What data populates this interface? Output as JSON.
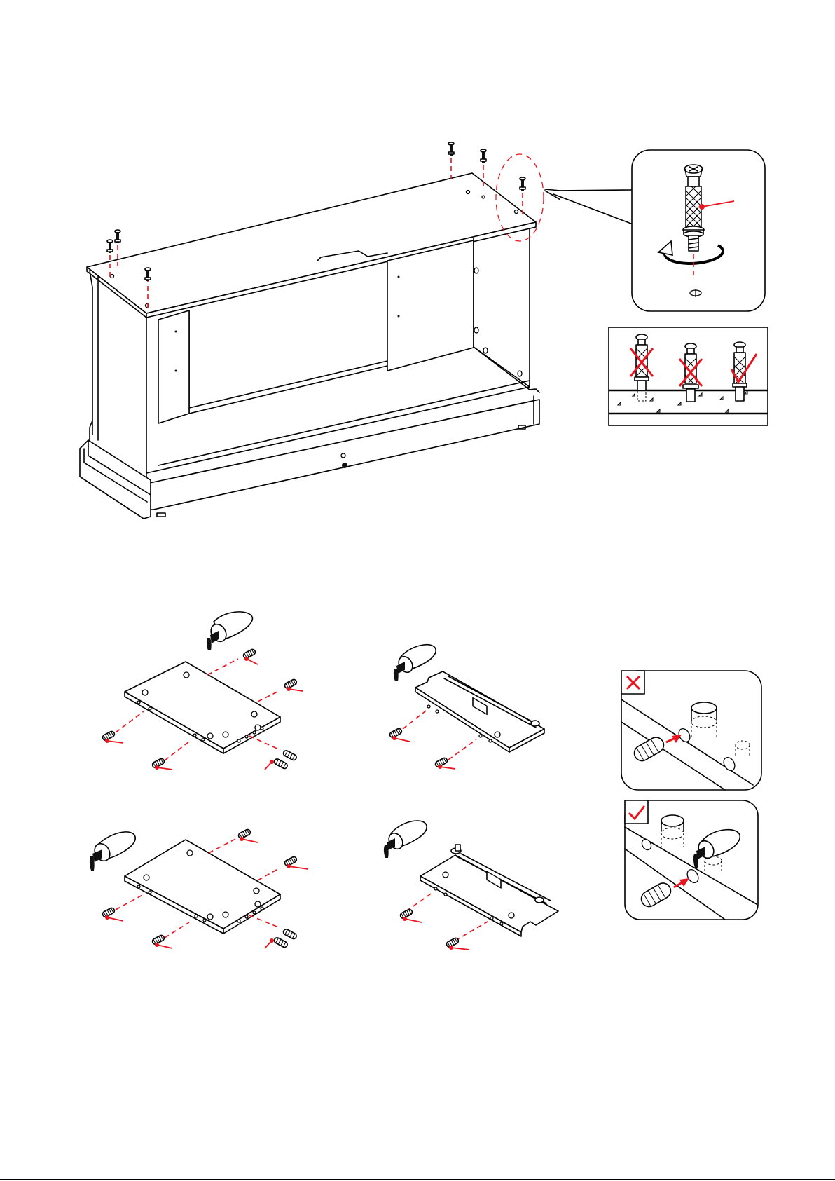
{
  "page": {
    "background": "#ffffff",
    "line_color": "#000000",
    "accent_color": "#e8141e",
    "bottom_rule": true
  },
  "step_top": {
    "main_illustration": "cabinet-cam-bolt-installation",
    "detail_callout": "cam-bolt-turn-clockwise",
    "depth_check": [
      "wrong-too-deep",
      "wrong-too-shallow",
      "correct-depth"
    ]
  },
  "step_bottom": {
    "panels": [
      "panel-with-dowels-top-left",
      "rail-panel-with-dowels-top-right",
      "panel-with-dowels-bottom-left",
      "rail-panel-with-dowels-bottom-right"
    ],
    "dowel_tips": [
      "wrong-glue-on-dowel",
      "correct-glue-in-hole"
    ]
  }
}
